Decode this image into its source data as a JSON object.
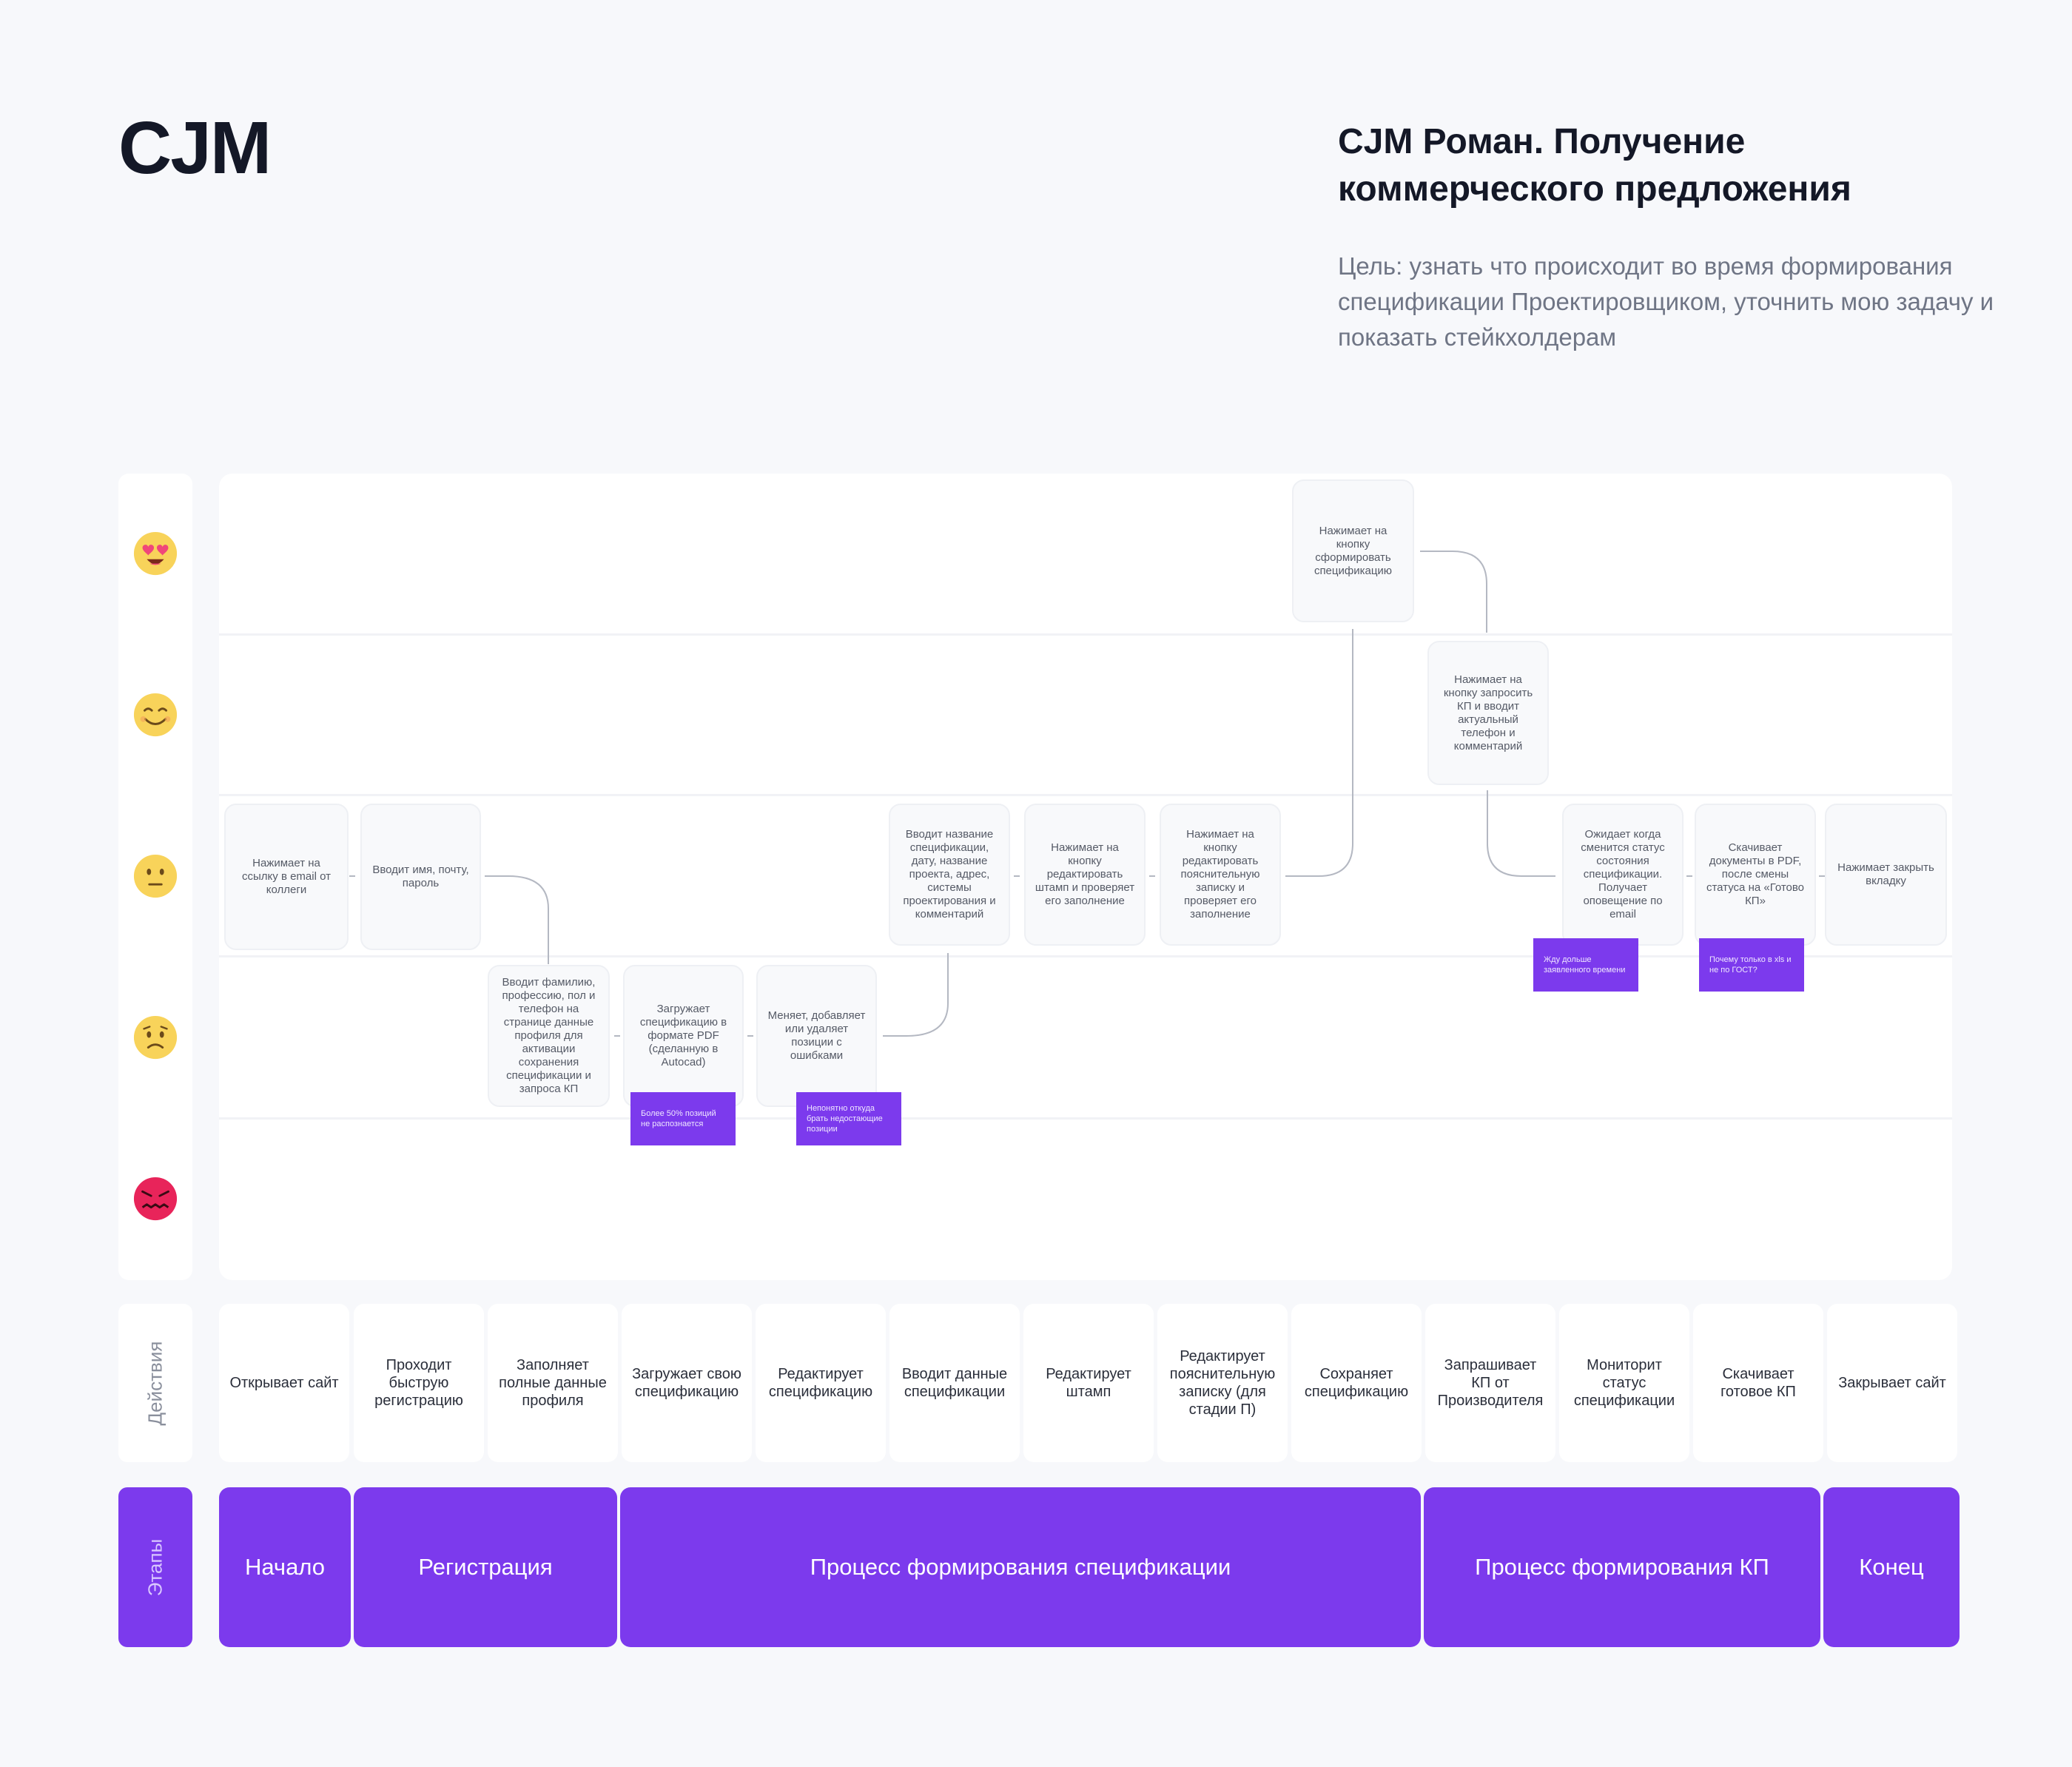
{
  "header": {
    "logo": "CJM",
    "title": "CJM Роман. Получение коммерческого предложения",
    "goal": "Цель: узнать что происходит во время формирования спецификации Проектировщиком, уточнить мою задачу и показать стейкхолдерам"
  },
  "emotions": [
    {
      "icon": "heart-eyes-face-icon"
    },
    {
      "icon": "smiling-face-icon"
    },
    {
      "icon": "neutral-face-icon"
    },
    {
      "icon": "frowning-face-icon"
    },
    {
      "icon": "angry-face-icon"
    }
  ],
  "steps": [
    {
      "text": "Нажимает на ссылку в email от коллеги"
    },
    {
      "text": "Вводит имя, почту, пароль"
    },
    {
      "text": "Вводит фамилию, профессию, пол и телефон на странице данные профиля для активации сохранения спецификации и запроса КП"
    },
    {
      "text": "Загружает спецификацию в формате PDF (сделанную в Autocad)"
    },
    {
      "text": "Меняет, добавляет или удаляет позиции с ошибками"
    },
    {
      "text": "Вводит название спецификации, дату, название проекта, адрес, системы проектирования и комментарий"
    },
    {
      "text": "Нажимает на кнопку редактировать штамп и проверяет его заполнение"
    },
    {
      "text": "Нажимает на кнопку редактировать пояснительную записку и проверяет его заполнение"
    },
    {
      "text": "Нажимает на кнопку сформировать спецификацию"
    },
    {
      "text": "Нажимает на кнопку запросить КП и вводит актуальный телефон и комментарий"
    },
    {
      "text": "Ожидает когда сменится статус состояния спецификации. Получает оповещение по email"
    },
    {
      "text": "Скачивает документы в PDF, после смены статуса на «Готово КП»"
    },
    {
      "text": "Нажимает закрыть вкладку"
    }
  ],
  "pain_points": [
    {
      "text": "Более 50% позиций не распознается"
    },
    {
      "text": "Непонятно откуда брать недостающие позиции"
    },
    {
      "text": "Жду дольше заявленного времени"
    },
    {
      "text": "Почему только в xls и не по ГОСТ?"
    }
  ],
  "actions": {
    "label": "Действия",
    "items": [
      "Открывает сайт",
      "Проходит быструю регистрацию",
      "Заполняет полные данные профиля",
      "Загружает свою спецификацию",
      "Редактирует спецификацию",
      "Вводит данные спецификации",
      "Редактирует штамп",
      "Редактирует пояснительную записку (для стадии П)",
      "Сохраняет спецификацию",
      "Запрашивает КП от Производителя",
      "Мониторит статус спецификации",
      "Скачивает готовое КП",
      "Закрывает сайт"
    ]
  },
  "stages": {
    "label": "Этапы",
    "items": [
      "Начало",
      "Регистрация",
      "Процесс формирования спецификации",
      "Процесс формирования КП",
      "Конец"
    ]
  },
  "colors": {
    "accent": "#7c3aed",
    "background": "#f7f8fb",
    "card": "#f8f9fb",
    "text_muted": "#6f7585"
  }
}
